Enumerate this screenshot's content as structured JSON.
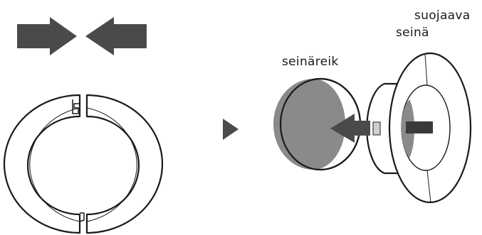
{
  "labels": {
    "protective_wall_line1": "suojaava",
    "protective_wall_line2": "seinä",
    "wall_hole": "seinäreik"
  },
  "icons": {
    "squeeze_arrow_left": "arrow-right-icon",
    "squeeze_arrow_right": "arrow-left-icon",
    "step_marker": "play-triangle-icon"
  },
  "colors": {
    "arrow_dark": "#4a4a4a",
    "outline": "#1a1a1a",
    "fill_gray": "#8a8a8a",
    "background": "#ffffff"
  }
}
